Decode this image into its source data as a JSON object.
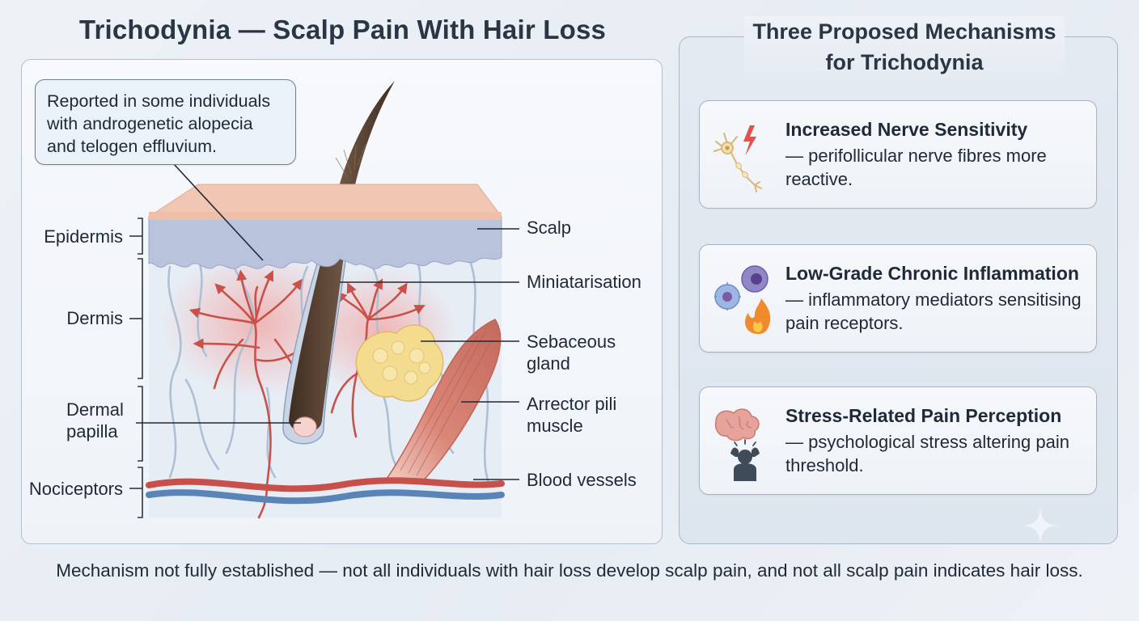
{
  "left_panel": {
    "title": "Trichodynia — Scalp Pain With Hair Loss",
    "note": "Reported in some individuals with androgenetic alopecia and telogen effluvium.",
    "left_labels": {
      "epidermis": "Epidermis",
      "dermis": "Dermis",
      "dermal_papilla_line1": "Dermal",
      "dermal_papilla_line2": "papilla",
      "nociceptors": "Nociceptors"
    },
    "right_labels": {
      "scalp": "Scalp",
      "miniaturisation": "Miniatarisation",
      "sebaceous_line1": "Sebaceous",
      "sebaceous_line2": "gland",
      "arrector_line1": "Arrector pili",
      "arrector_line2": "muscle",
      "blood_vessels": "Blood vessels"
    }
  },
  "right_panel": {
    "title_line1": "Three Proposed Mechanisms",
    "title_line2": "for Trichodynia",
    "mechanisms": [
      {
        "title": "Increased Nerve Sensitivity",
        "description": "— perifollicular nerve fibres more reactive.",
        "icon": "neuron-icon"
      },
      {
        "title": "Low-Grade Chronic Inflammation",
        "description": "— inflammatory mediators sensitising pain receptors.",
        "icon": "inflammation-icon"
      },
      {
        "title": "Stress-Related Pain Perception",
        "description": "— psychological stress altering pain threshold.",
        "icon": "brain-stress-icon"
      }
    ]
  },
  "footer": {
    "note": "Mechanism not fully established — not all individuals with hair loss develop scalp pain, and not all scalp pain indicates hair loss."
  },
  "colors": {
    "epidermis_top": "#f1c7b3",
    "epidermis_layer": "#b9c3dc",
    "nerve_red": "#c8524a",
    "blood_vessel_blue": "#5a84b8",
    "blood_vessel_red": "#c8504a",
    "sebaceous_yellow": "#f4dc8e",
    "hair_brown": "#5b4433",
    "muscle_red": "#d98677"
  }
}
